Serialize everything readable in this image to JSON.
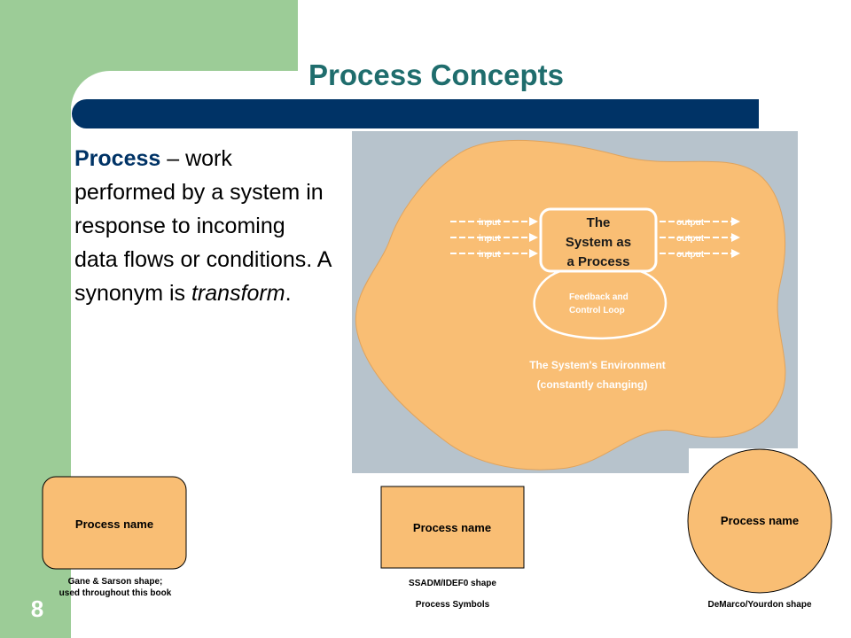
{
  "slide": {
    "title": "Process Concepts",
    "body_term": "Process",
    "body_text": " – work performed by a system in response to incoming data flows or conditions. A synonym is ",
    "body_term2": "transform",
    "body_end": ".",
    "slide_number": "8"
  },
  "diagram": {
    "center_label_line1": "The",
    "center_label_line2": "System as",
    "center_label_line3": "a Process",
    "inputs": [
      "input",
      "input",
      "input"
    ],
    "outputs": [
      "output",
      "output",
      "output"
    ],
    "feedback_line1": "Feedback and",
    "feedback_line2": "Control Loop",
    "environment_line1": "The System's Environment",
    "environment_line2": "(constantly changing)"
  },
  "symbols": {
    "gane_label": "Process name",
    "gane_caption": "Gane & Sarson shape; used throughout this book",
    "ssadm_label": "Process name",
    "ssadm_caption": "SSADM/IDEF0 shape",
    "group_caption": "Process Symbols",
    "demarco_label": "Process name",
    "demarco_caption": "DeMarco/Yourdon shape"
  },
  "colors": {
    "green": "#9ccc97",
    "navy": "#003366",
    "title_teal": "#1f6d6d",
    "blob_orange": "#f9be74",
    "panel_gray": "#b7c3cc"
  }
}
